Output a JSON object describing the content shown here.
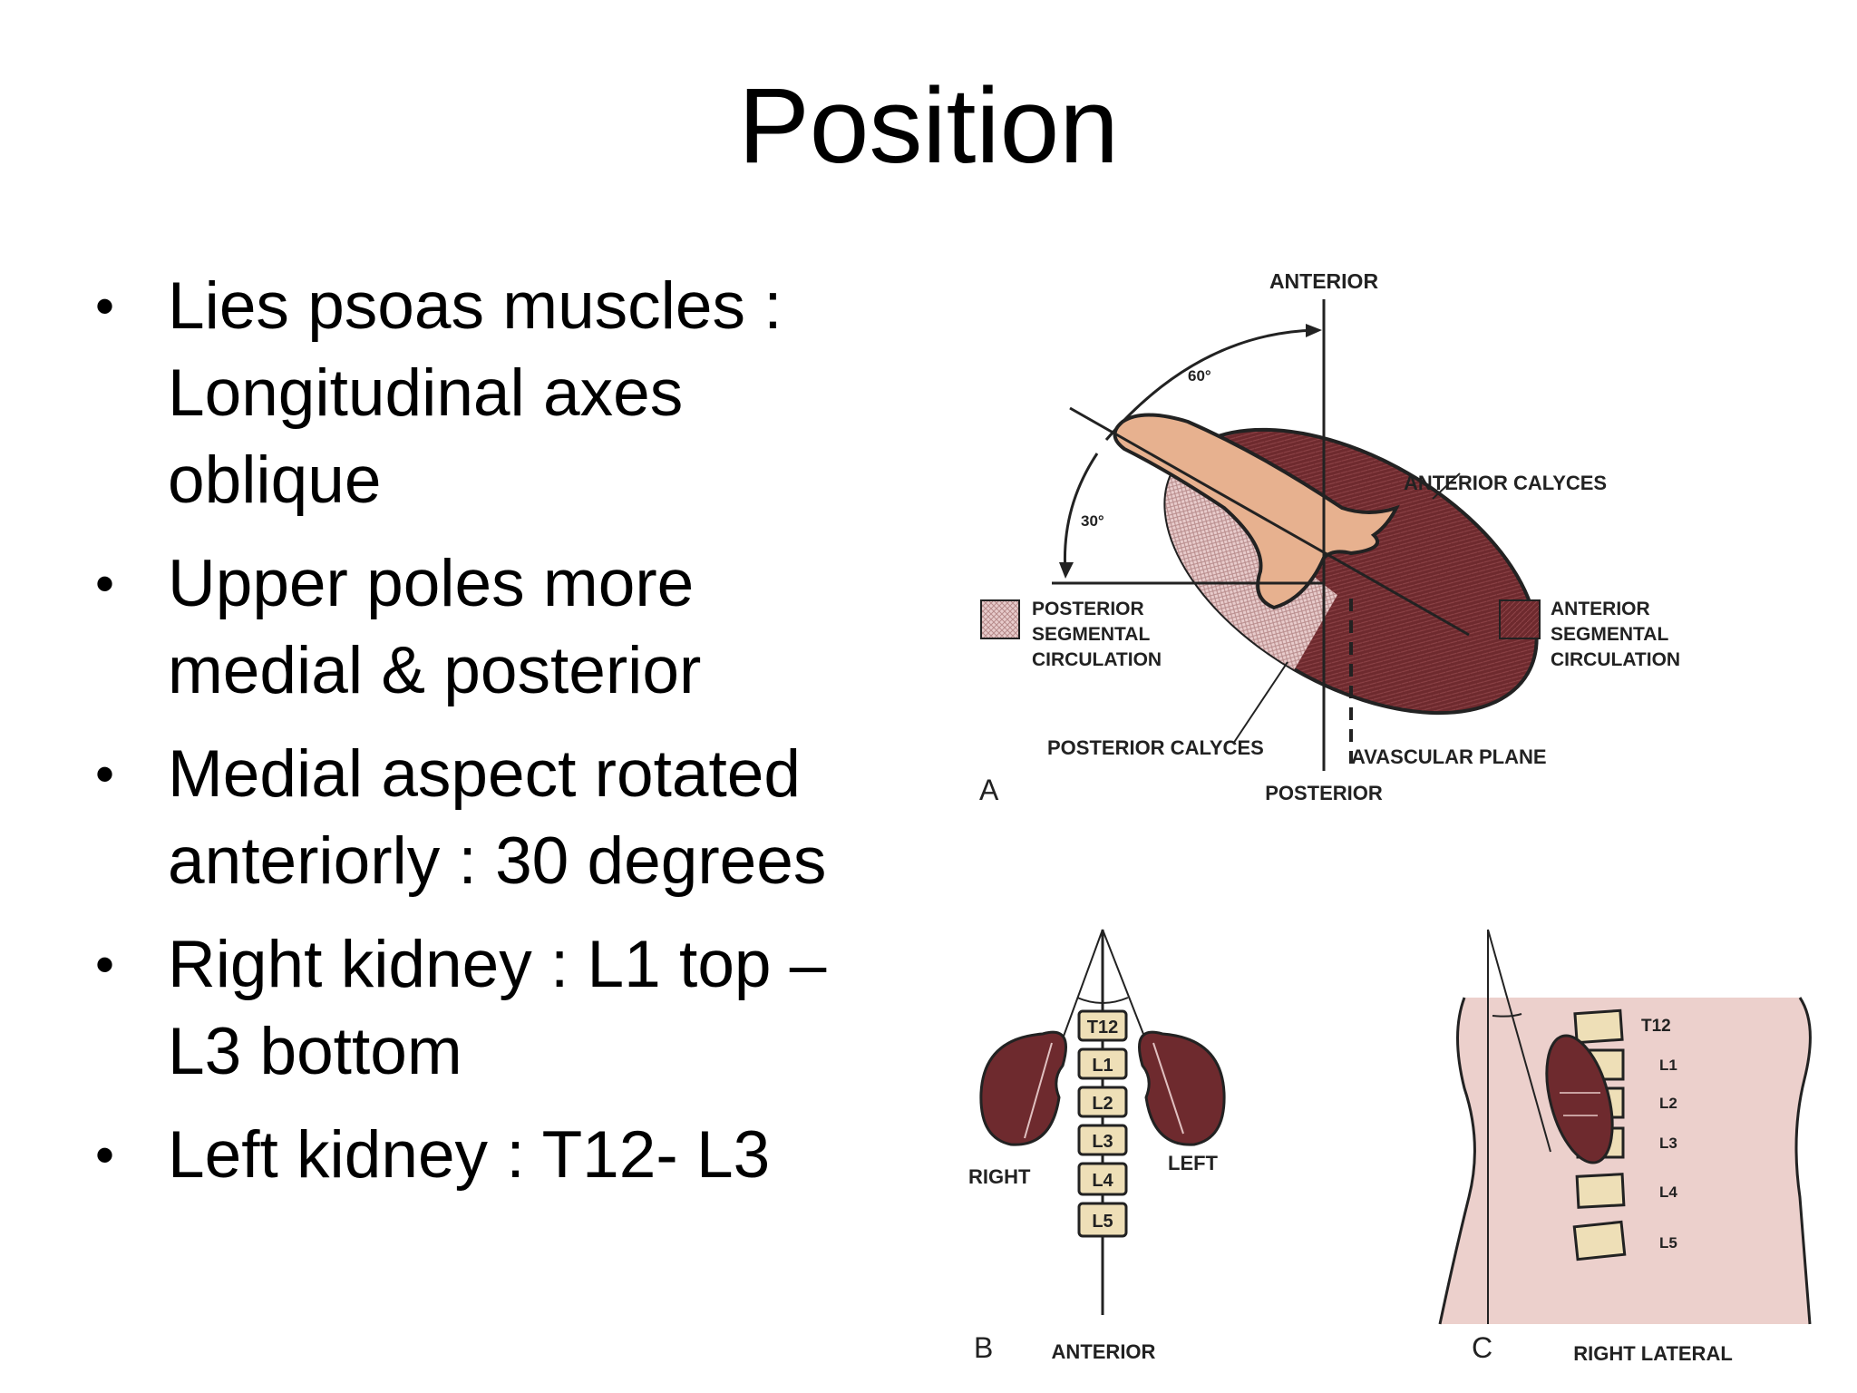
{
  "title": "Position",
  "bullets": [
    {
      "lines": [
        "Lies psoas muscles :",
        "Longitudinal axes",
        "oblique"
      ]
    },
    {
      "lines": [
        "Upper poles more",
        "medial & posterior"
      ]
    },
    {
      "lines": [
        "Medial aspect rotated",
        "anteriorly : 30 degrees"
      ]
    },
    {
      "lines": [
        "Right kidney : L1 top –",
        "L3 bottom"
      ]
    },
    {
      "lines": [
        "Left kidney : T12- L3"
      ]
    }
  ],
  "figure": {
    "panel_a": {
      "letter": "A",
      "anterior": "ANTERIOR",
      "posterior": "POSTERIOR",
      "angle_60": "60°",
      "angle_30": "30°",
      "anterior_calyces": "ANTERIOR CALYCES",
      "posterior_calyces": "POSTERIOR CALYCES",
      "avascular_plane": "AVASCULAR PLANE",
      "posterior_legend": [
        "POSTERIOR",
        "SEGMENTAL",
        "CIRCULATION"
      ],
      "anterior_legend": [
        "ANTERIOR",
        "SEGMENTAL",
        "CIRCULATION"
      ]
    },
    "panel_b": {
      "letter": "B",
      "anterior": "ANTERIOR",
      "right": "RIGHT",
      "left": "LEFT",
      "vertebrae": [
        "T12",
        "L1",
        "L2",
        "L3",
        "L4",
        "L5"
      ]
    },
    "panel_c": {
      "letter": "C",
      "right_lateral": "RIGHT LATERAL",
      "vertebrae": [
        "T12",
        "L1",
        "L2",
        "L3",
        "L4",
        "L5"
      ]
    }
  },
  "colors": {
    "kidney_dark": "#6e2a2e",
    "kidney_pale": "#e6c9c9",
    "renal_pelvis": "#e7b18f",
    "vertebra": "#eedfb7",
    "body_shade": "#ecd0cc"
  }
}
